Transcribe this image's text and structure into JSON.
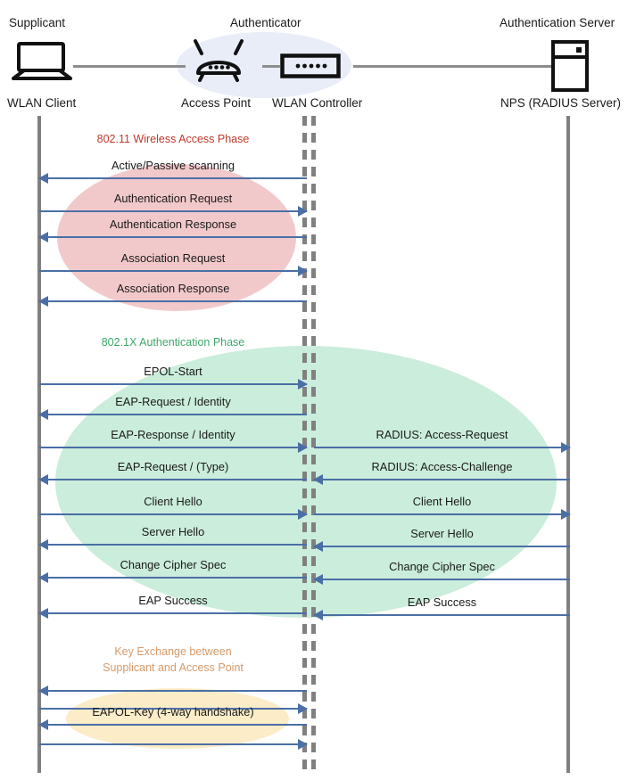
{
  "diagram": {
    "title": "802.1X / EAP WLAN authentication sequence",
    "colors": {
      "arrow": "#4a6fa5",
      "lifeline": "#808080",
      "phase_red": "#c0392b",
      "phase_green": "#3fa96b",
      "phase_amber": "#d59a6b",
      "blob_red": "#f2c9cb",
      "blob_green": "#cbeddb",
      "blob_amber": "#fcecc7",
      "authenticator_blob": "#e8edf7",
      "wire": "#8d8d8d"
    }
  },
  "roles": [
    {
      "role": "Supplicant",
      "node": "WLAN Client",
      "icon": "laptop-icon"
    },
    {
      "role": "Authenticator",
      "node": "Access Point",
      "icon": "access-point-icon"
    },
    {
      "role": "",
      "node": "WLAN Controller",
      "icon": "wlan-controller-icon"
    },
    {
      "role": "Authentication Server",
      "node": "NPS (RADIUS Server)",
      "icon": "server-icon"
    }
  ],
  "phases": [
    {
      "id": "wireless-access",
      "title": "802.11 Wireless Access Phase",
      "color": "#c0392b",
      "messages": [
        {
          "label": "Active/Passive scanning",
          "dir": "left",
          "side": "left"
        },
        {
          "label": "Authentication Request",
          "dir": "right",
          "side": "left"
        },
        {
          "label": "Authentication Response",
          "dir": "left",
          "side": "left"
        },
        {
          "label": "Association Request",
          "dir": "right",
          "side": "left"
        },
        {
          "label": "Association Response",
          "dir": "left",
          "side": "left"
        }
      ]
    },
    {
      "id": "dot1x-auth",
      "title": "802.1X Authentication Phase",
      "color": "#3fa96b",
      "messages": [
        {
          "label": "EPOL-Start",
          "dir": "right",
          "side": "left"
        },
        {
          "label": "EAP-Request / Identity",
          "dir": "left",
          "side": "left"
        },
        {
          "label": "EAP-Response / Identity",
          "dir": "right",
          "side": "left"
        },
        {
          "label": "RADIUS: Access-Request",
          "dir": "right",
          "side": "right"
        },
        {
          "label": "EAP-Request / (Type)",
          "dir": "left",
          "side": "left"
        },
        {
          "label": "RADIUS: Access-Challenge",
          "dir": "left",
          "side": "right"
        },
        {
          "label": "Client Hello",
          "dir": "right",
          "side": "left"
        },
        {
          "label": "Client Hello",
          "dir": "right",
          "side": "right"
        },
        {
          "label": "Server Hello",
          "dir": "left",
          "side": "left"
        },
        {
          "label": "Server Hello",
          "dir": "left",
          "side": "right"
        },
        {
          "label": "Change Cipher Spec",
          "dir": "left",
          "side": "left"
        },
        {
          "label": "Change Cipher Spec",
          "dir": "left",
          "side": "right"
        },
        {
          "label": "EAP Success",
          "dir": "left",
          "side": "left"
        },
        {
          "label": "EAP Success",
          "dir": "left",
          "side": "right"
        }
      ]
    },
    {
      "id": "key-exchange",
      "title": "Key Exchange between\nSupplicant and Access Point",
      "color": "#d59a6b",
      "messages": [
        {
          "label": "",
          "dir": "left",
          "side": "left"
        },
        {
          "label": "",
          "dir": "right",
          "side": "left"
        },
        {
          "label": "EAPOL-Key (4-way handshake)",
          "dir": "left",
          "side": "left"
        },
        {
          "label": "",
          "dir": "right",
          "side": "left"
        }
      ]
    }
  ]
}
